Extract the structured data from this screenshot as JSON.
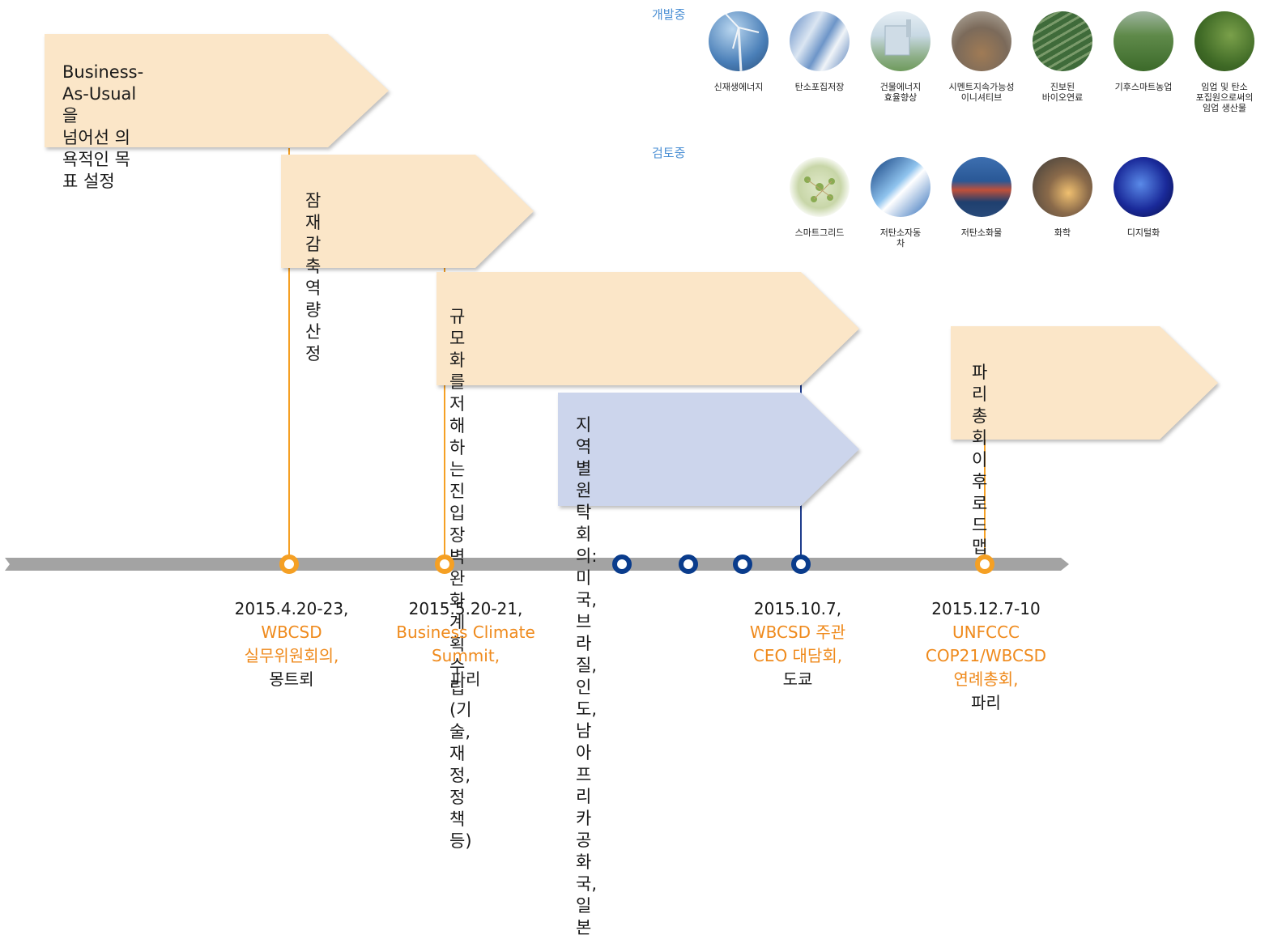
{
  "arrows": [
    {
      "text": "  Business-As-Usual을\n넘어선 의욕적인 목표 설정"
    },
    {
      "text": "잠재 감축역량 산정"
    },
    {
      "text": "규모화를 저해하는 진입장벽 완화 계획 수립\n(기술, 재정, 정책 등)"
    },
    {
      "text": "지역별 원탁회의:\n미국, 브라질, 인도,\n남아프리카공화국, 일본"
    },
    {
      "text": "파리총회 이후 로드맵"
    }
  ],
  "events": [
    {
      "date": "2015.4.20-23,",
      "name": "WBCSD\n실무위원회의,",
      "place": "몽트뢰"
    },
    {
      "date": "2015.5.20-21,",
      "name": "Business Climate\nSummit,",
      "place": "파리"
    },
    {
      "date": "2015.10.7,",
      "name": "WBCSD 주관\nCEO 대담회,",
      "place": "도쿄"
    },
    {
      "date": "2015.12.7-10",
      "name": "UNFCCC\nCOP21/WBCSD\n연례총회,",
      "place": "파리"
    }
  ],
  "sections": {
    "developing": "개발중",
    "reviewing": "검토중"
  },
  "developing_items": [
    {
      "label": "신재생에너지",
      "icon": "wind-turbine-photo"
    },
    {
      "label": "탄소포집저장",
      "icon": "pipes-photo"
    },
    {
      "label": "건물에너지\n효율향상",
      "icon": "building-photo"
    },
    {
      "label": "시멘트지속가능성\n이니셔티브",
      "icon": "cement-photo"
    },
    {
      "label": "진보된\n바이오연료",
      "icon": "field-rows-photo"
    },
    {
      "label": "기후스마트농업",
      "icon": "rice-terrace-photo"
    },
    {
      "label": "임업 및 탄소\n포집원으로써의\n임업 생산물",
      "icon": "forest-photo"
    }
  ],
  "reviewing_items": [
    {
      "label": "스마트그리드",
      "icon": "network-photo"
    },
    {
      "label": "저탄소자동\n차",
      "icon": "light-streaks-photo"
    },
    {
      "label": "저탄소화물",
      "icon": "container-ship-photo"
    },
    {
      "label": "화학",
      "icon": "refinery-photo"
    },
    {
      "label": "디지털화",
      "icon": "digital-globe-photo"
    }
  ],
  "colors": {
    "arrow_fill": "#fbe6c8",
    "arrow_blue_fill": "#ccd5ec",
    "timeline": "#a3a3a3",
    "orange": "#f5a024",
    "navy": "#0a3c8c",
    "event_name": "#ef8a1c",
    "section_label": "#4a8fd4"
  }
}
